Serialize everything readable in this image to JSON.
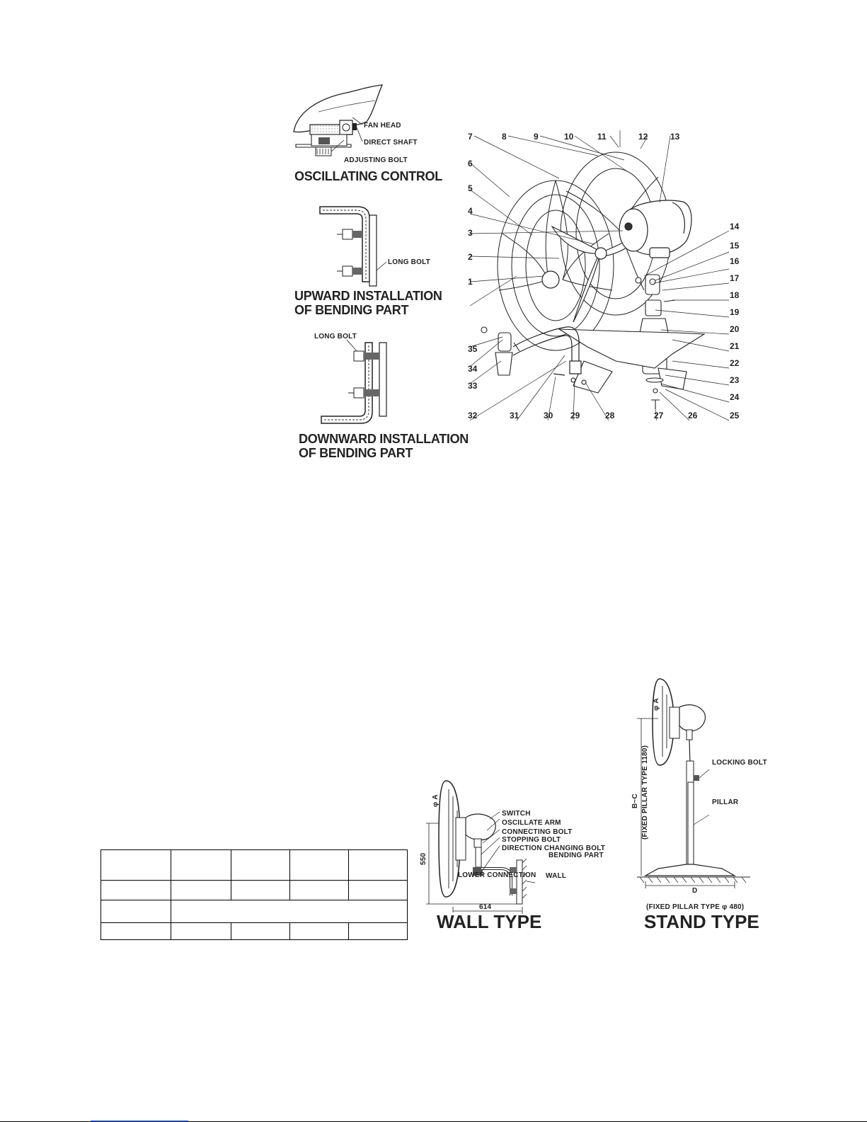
{
  "oscillating_control": {
    "caption": "OSCILLATING CONTROL",
    "labels": {
      "fan_head": "FAN HEAD",
      "direct_shaft": "DIRECT SHAFT",
      "adjusting_bolt": "ADJUSTING BOLT"
    }
  },
  "upward_installation": {
    "caption_line1": "UPWARD INSTALLATION",
    "caption_line2": "OF BENDING PART",
    "labels": {
      "long_bolt": "LONG BOLT"
    }
  },
  "downward_installation": {
    "caption_line1": "DOWNWARD INSTALLATION",
    "caption_line2": "OF BENDING PART",
    "labels": {
      "long_bolt": "LONG BOLT"
    }
  },
  "exploded_view": {
    "part_numbers": [
      "1",
      "2",
      "3",
      "4",
      "5",
      "6",
      "7",
      "8",
      "9",
      "10",
      "11",
      "12",
      "13",
      "14",
      "15",
      "16",
      "17",
      "18",
      "19",
      "20",
      "21",
      "22",
      "23",
      "24",
      "25",
      "26",
      "27",
      "28",
      "29",
      "30",
      "31",
      "32",
      "33",
      "34",
      "35"
    ]
  },
  "wall_type": {
    "caption": "WALL TYPE",
    "labels": {
      "switch": "SWITCH",
      "oscillate_arm": "OSCILLATE ARM",
      "connecting_bolt": "CONNECTING BOLT",
      "stopping_bolt": "STOPPING BOLT",
      "direction_changing_bolt": "DIRECTION CHANGING BOLT",
      "bending_part": "BENDING PART",
      "lower_connection": "LOWER CONNECTION",
      "wall": "WALL",
      "phi_a": "φ A",
      "height": "550",
      "width": "614"
    }
  },
  "stand_type": {
    "caption": "STAND TYPE",
    "labels": {
      "locking_bolt": "LOCKING BOLT",
      "pillar": "PILLAR",
      "phi_a": "φ A",
      "height_range": "B~C",
      "fixed_pillar_height": "(FIXED PILLAR TYPE 1180)",
      "base_d": "D",
      "fixed_pillar_base": "(FIXED PILLAR TYPE φ 480)"
    }
  },
  "spec_table": {
    "rows": [
      [
        "",
        "",
        "",
        "",
        ""
      ],
      [
        "",
        "",
        "",
        "",
        ""
      ],
      [
        "",
        ""
      ],
      [
        "",
        "",
        "",
        "",
        ""
      ]
    ]
  }
}
